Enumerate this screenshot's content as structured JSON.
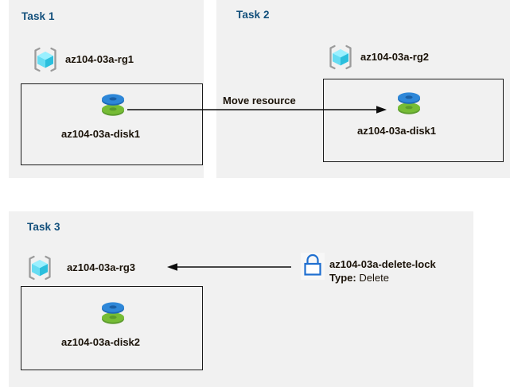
{
  "diagram": {
    "background_color": "#ffffff",
    "panel_color": "#f1f1f1",
    "title_color": "#13507c"
  },
  "tasks": [
    {
      "title": "Task 1",
      "resource_group": {
        "label": "az104-03a-rg1",
        "icon": "resource-group-cube-icon"
      },
      "resource": {
        "label": "az104-03a-disk1",
        "icon": "managed-disk-icon"
      }
    },
    {
      "title": "Task 2",
      "resource_group": {
        "label": "az104-03a-rg2",
        "icon": "resource-group-cube-icon"
      },
      "resource": {
        "label": "az104-03a-disk1",
        "icon": "managed-disk-icon"
      }
    },
    {
      "title": "Task 3",
      "resource_group": {
        "label": "az104-03a-rg3",
        "icon": "resource-group-cube-icon"
      },
      "resource": {
        "label": "az104-03a-disk2",
        "icon": "managed-disk-icon"
      }
    }
  ],
  "connectors": {
    "move": {
      "label": "Move resource",
      "direction": "right",
      "icon": "arrow-right-icon"
    },
    "lock_link": {
      "direction": "left",
      "icon": "arrow-left-icon"
    }
  },
  "lock": {
    "icon": "padlock-icon",
    "name": "az104-03a-delete-lock",
    "type_label": "Type:",
    "type_value": "Delete",
    "color": "#1f6fd0"
  }
}
